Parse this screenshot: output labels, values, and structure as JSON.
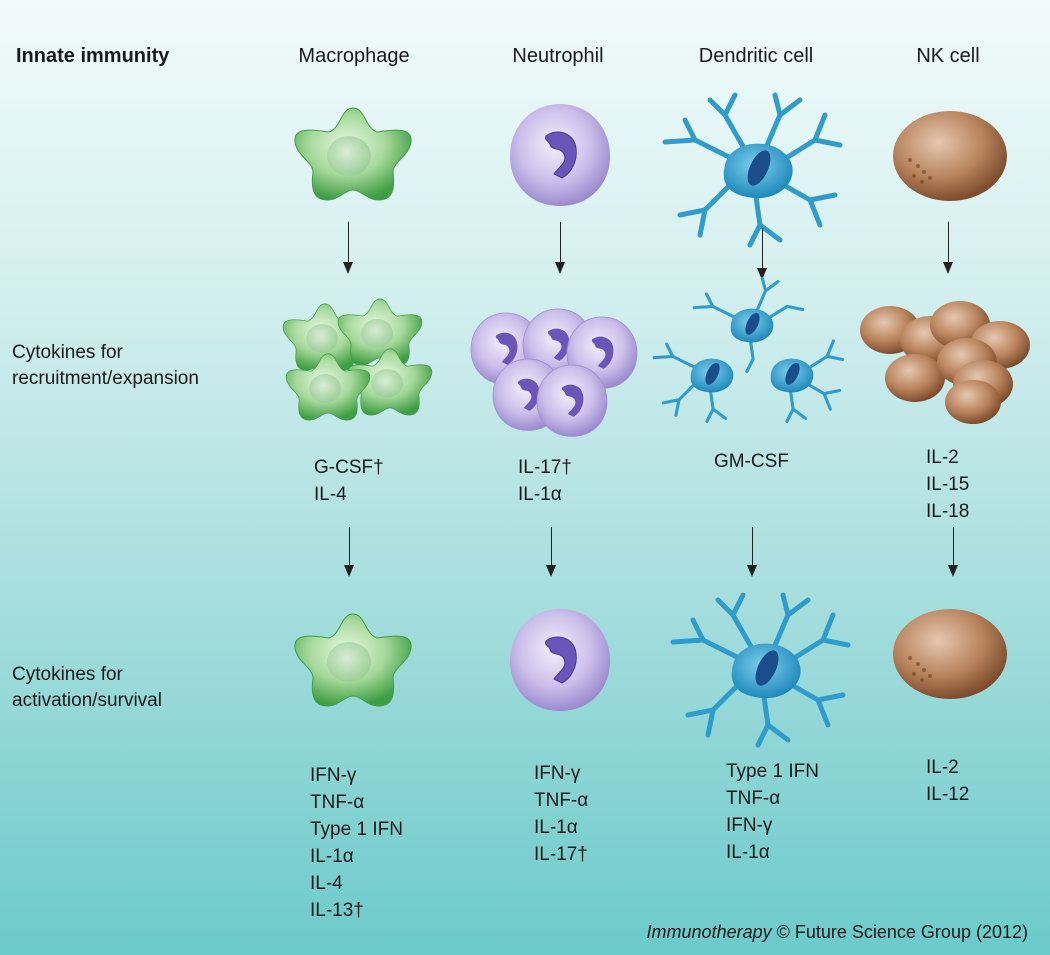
{
  "title": "Innate immunity",
  "columns": [
    {
      "name": "Macrophage",
      "recruitment": [
        "G-CSF†",
        "IL-4"
      ],
      "activation": [
        "IFN-γ",
        "TNF-α",
        "Type 1 IFN",
        "IL-1α",
        "IL-4",
        "IL-13†"
      ]
    },
    {
      "name": "Neutrophil",
      "recruitment": [
        "IL-17†",
        "IL-1α"
      ],
      "activation": [
        "IFN-γ",
        "TNF-α",
        "IL-1α",
        "IL-17†"
      ]
    },
    {
      "name": "Dendritic cell",
      "recruitment": [
        "GM-CSF"
      ],
      "activation": [
        "Type 1 IFN",
        "TNF-α",
        "IFN-γ",
        "IL-1α"
      ]
    },
    {
      "name": "NK cell",
      "recruitment": [
        "IL-2",
        "IL-15",
        "IL-18"
      ],
      "activation": [
        "IL-2",
        "IL-12"
      ]
    }
  ],
  "rows": {
    "recruitment_line1": "Cytokines for",
    "recruitment_line2": "recruitment/expansion",
    "activation_line1": "Cytokines for",
    "activation_line2": "activation/survival"
  },
  "credit": {
    "journal": "Immunotherapy",
    "rest": " © Future Science Group (2012)"
  },
  "colors": {
    "macrophage": "#6cc06a",
    "neutrophil": "#c7b9e8",
    "dendritic": "#2f9ccc",
    "nk": "#b07a55",
    "background_top": "#f2fbfb",
    "background_bottom": "#6ccaca"
  }
}
